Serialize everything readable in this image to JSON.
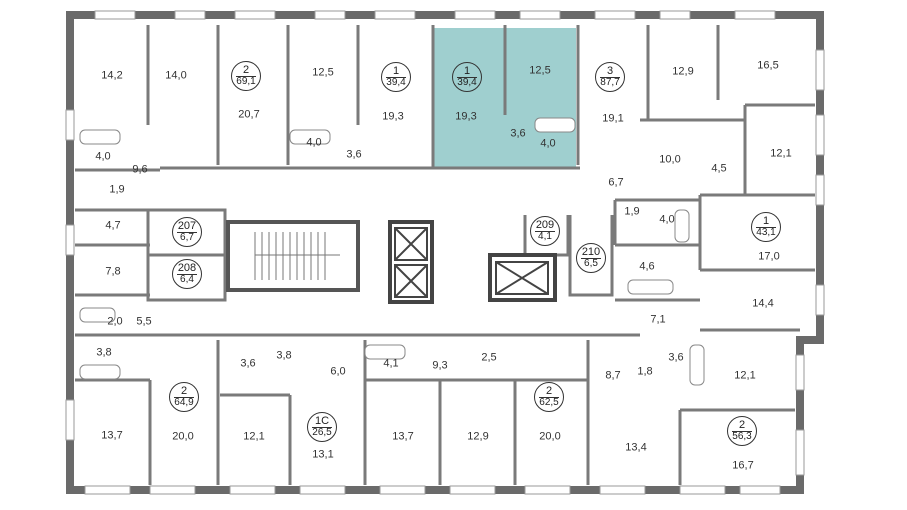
{
  "colors": {
    "wall": "#6a6a6a",
    "highlight": "#9fcfcf",
    "partition": "#9a9a9a"
  },
  "badges": [
    {
      "rooms": "2",
      "area": "69,1"
    },
    {
      "rooms": "1",
      "area": "39,4"
    },
    {
      "rooms": "1",
      "area": "39,4",
      "highlight": true
    },
    {
      "rooms": "3",
      "area": "87,7"
    },
    {
      "rooms": "1",
      "area": "43,1"
    },
    {
      "rooms": "207",
      "area": "6,7"
    },
    {
      "rooms": "208",
      "area": "6,4"
    },
    {
      "rooms": "209",
      "area": "4,1"
    },
    {
      "rooms": "210",
      "area": "6,5"
    },
    {
      "rooms": "2",
      "area": "64,9"
    },
    {
      "rooms": "1С",
      "area": "26,5"
    },
    {
      "rooms": "2",
      "area": "62,5"
    },
    {
      "rooms": "2",
      "area": "56,3"
    }
  ],
  "areas": [
    "14,2",
    "14,0",
    "20,7",
    "12,5",
    "19,3",
    "19,3",
    "12,5",
    "3,6",
    "4,0",
    "19,1",
    "12,9",
    "16,5",
    "4,0",
    "1,9",
    "9,6",
    "4,0",
    "3,6",
    "10,0",
    "4,5",
    "12,1",
    "6,7",
    "1,9",
    "4,0",
    "4,7",
    "17,0",
    "7,8",
    "4,6",
    "14,4",
    "2,0",
    "5,5",
    "7,1",
    "3,8",
    "3,6",
    "3,8",
    "6,0",
    "4,1",
    "9,3",
    "2,5",
    "8,7",
    "1,8",
    "3,6",
    "12,1",
    "13,7",
    "20,0",
    "12,1",
    "13,1",
    "13,7",
    "12,9",
    "20,0",
    "13,4",
    "16,7"
  ]
}
